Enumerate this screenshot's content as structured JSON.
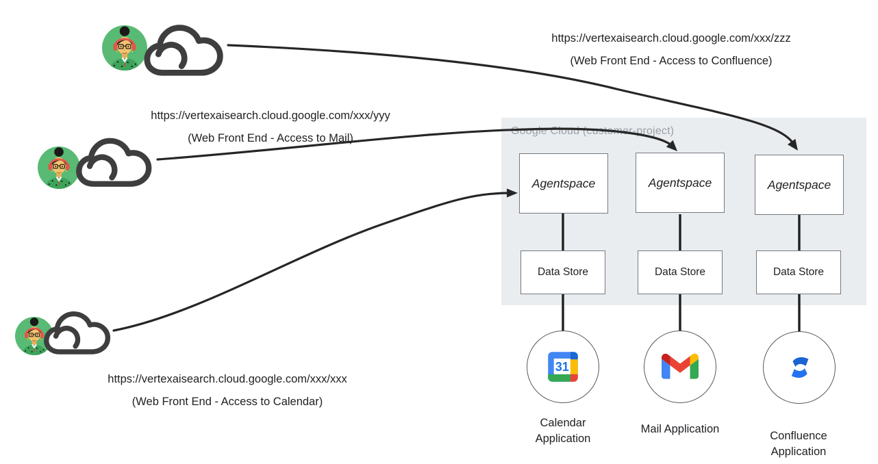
{
  "gcp": {
    "label": "Google Cloud (customer-project)",
    "agentspace_label": "Agentspace",
    "datastore_label": "Data Store"
  },
  "users": [
    {
      "name": "confluence-user",
      "url": "https://vertexaisearch.cloud.google.com/xxx/zzz",
      "caption": "(Web Front End - Access to Confluence)",
      "icons": [
        "user-headset-avatar",
        "cloud-icon"
      ]
    },
    {
      "name": "mail-user",
      "url": "https://vertexaisearch.cloud.google.com/xxx/yyy",
      "caption": "(Web Front End - Access to Mail)",
      "icons": [
        "user-headset-avatar",
        "cloud-icon"
      ]
    },
    {
      "name": "calendar-user",
      "url": "https://vertexaisearch.cloud.google.com/xxx/xxx",
      "caption": "(Web Front End - Access to Calendar)",
      "icons": [
        "user-headset-avatar",
        "cloud-icon"
      ]
    }
  ],
  "apps": [
    {
      "label": "Calendar Application",
      "icon": "google-calendar-icon",
      "calendar_day": "31"
    },
    {
      "label": "Mail Application",
      "icon": "gmail-icon"
    },
    {
      "label": "Confluence Application",
      "icon": "confluence-icon"
    }
  ],
  "colors": {
    "container_bg": "#EAEDF0",
    "container_label": "#9AA0A6",
    "arrow": "#262626",
    "box_border": "#75787D",
    "avatar_bg": "#58BA74",
    "headphones_red": "#E0584A",
    "google_blue": "#4285F4",
    "google_dark_blue": "#1967D2",
    "google_red": "#EA4335",
    "google_dark_red": "#C5221F",
    "google_yellow": "#FBBC04",
    "google_green": "#34A853",
    "confluence_blue": "#2167D9"
  }
}
